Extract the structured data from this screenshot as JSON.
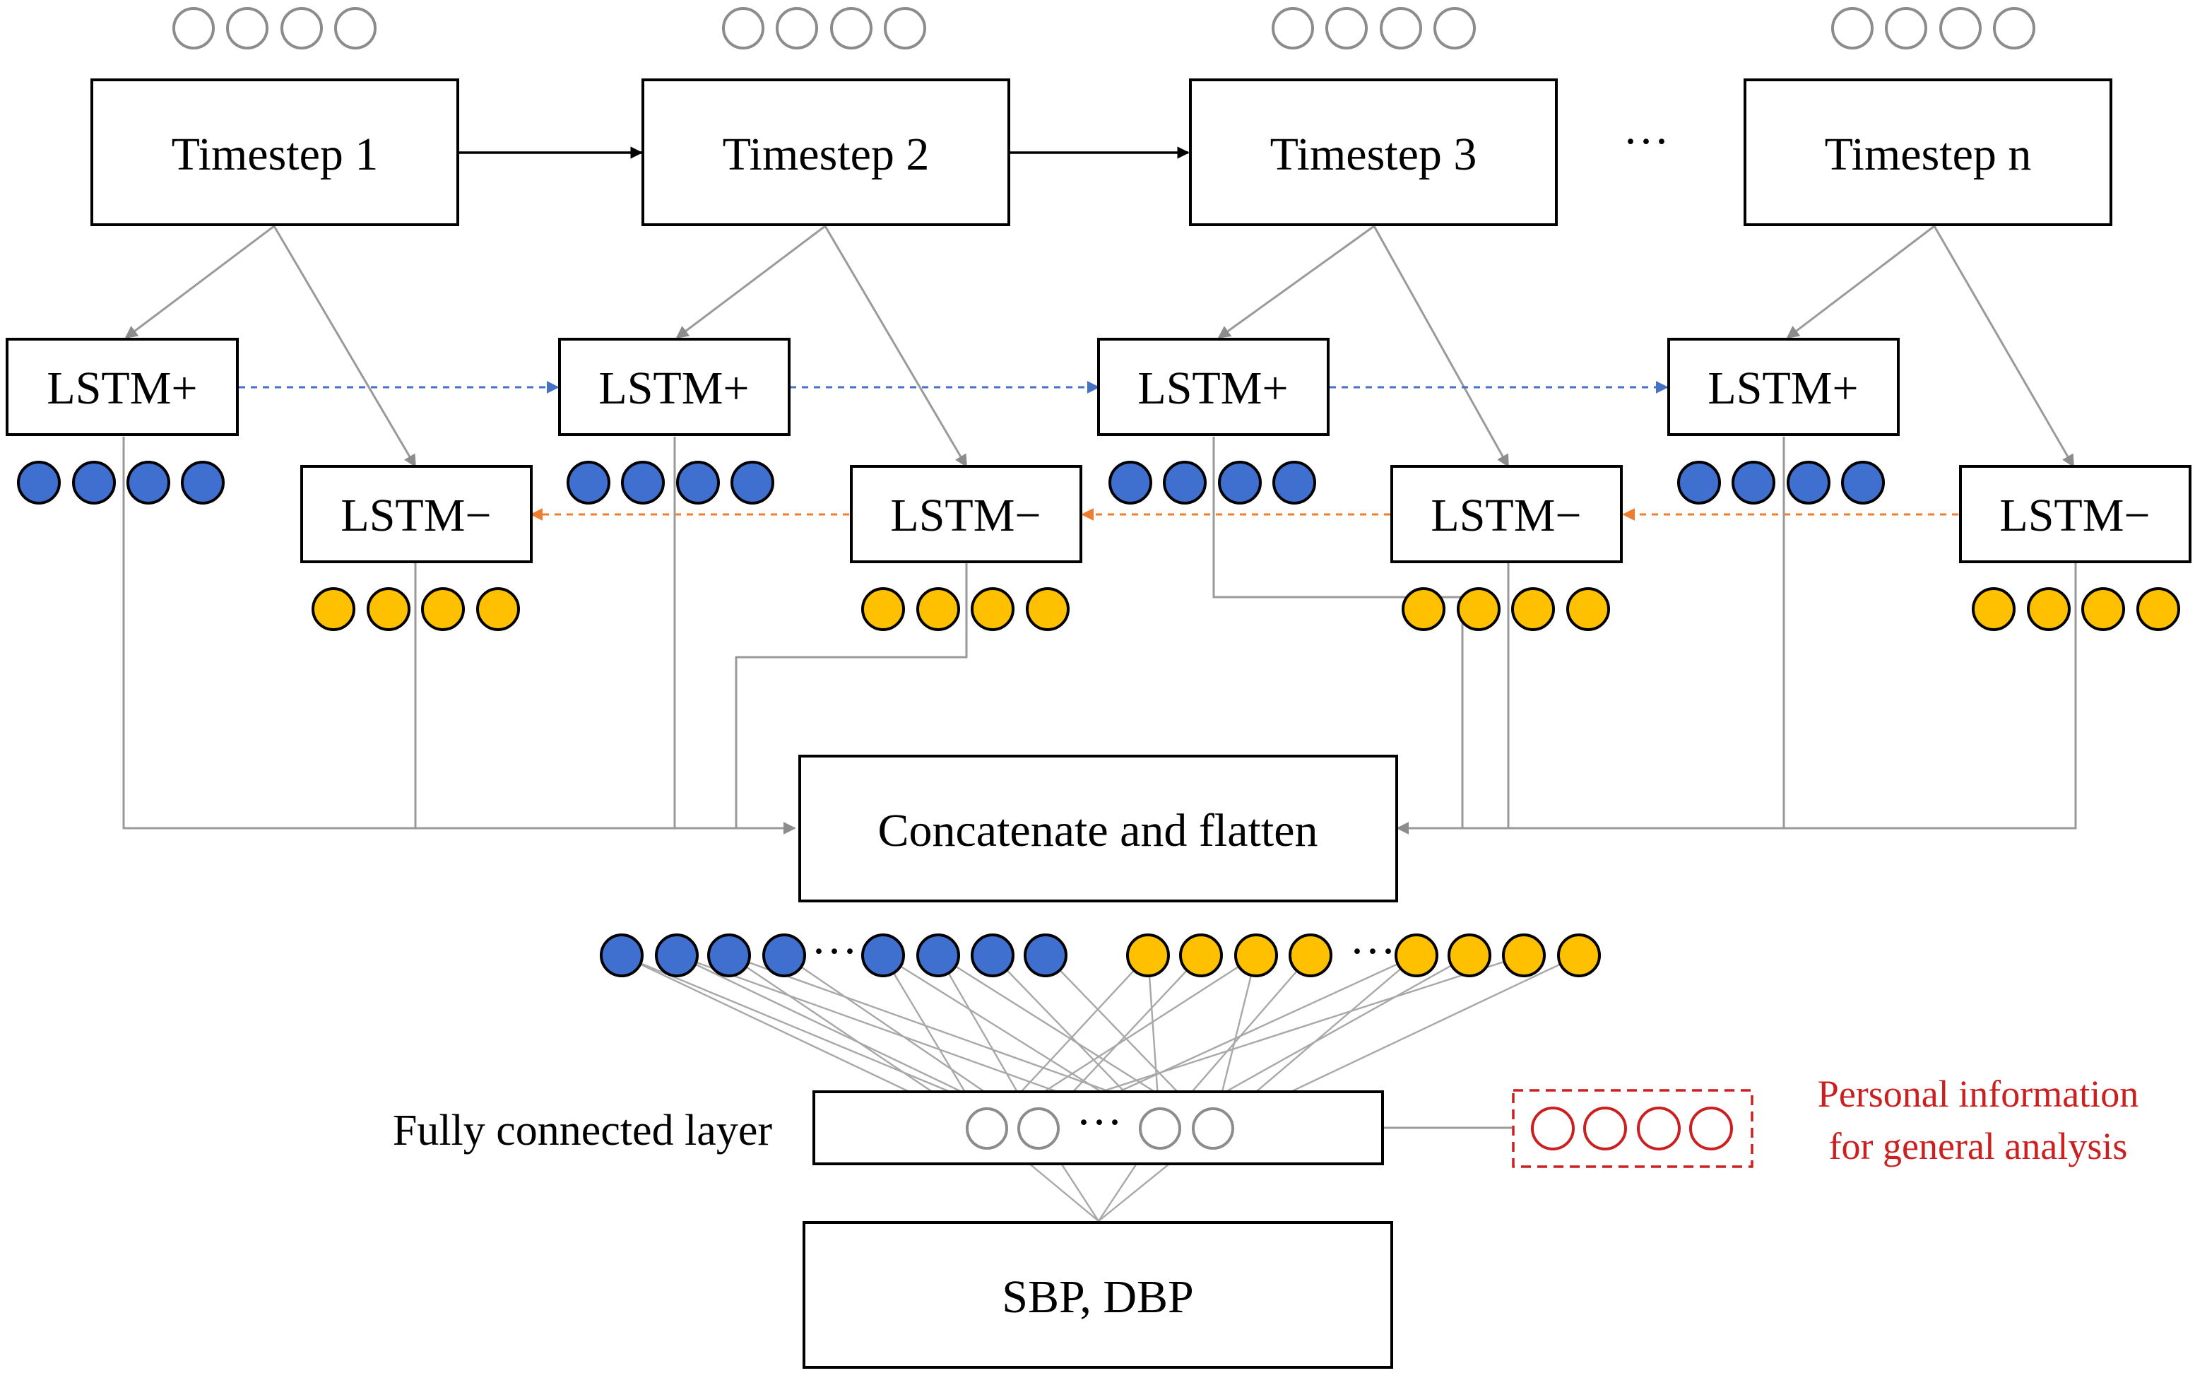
{
  "timesteps": [
    "Timestep 1",
    "Timestep 2",
    "Timestep 3",
    "Timestep n"
  ],
  "ellipsis": "···",
  "lstm_forward_label": "LSTM+",
  "lstm_backward_label": "LSTM−",
  "concat_label": "Concatenate and flatten",
  "fc_label": "Fully connected layer",
  "fc_ellipsis": "···",
  "output_label": "SBP, DBP",
  "personal_info": [
    "Personal information",
    "for general analysis"
  ],
  "colors": {
    "forward_state": "#3f6fcf",
    "backward_state": "#ffc000",
    "forward_arrow": "#4472c4",
    "backward_arrow": "#ed7d31",
    "personal_info": "#cc1f1f"
  }
}
